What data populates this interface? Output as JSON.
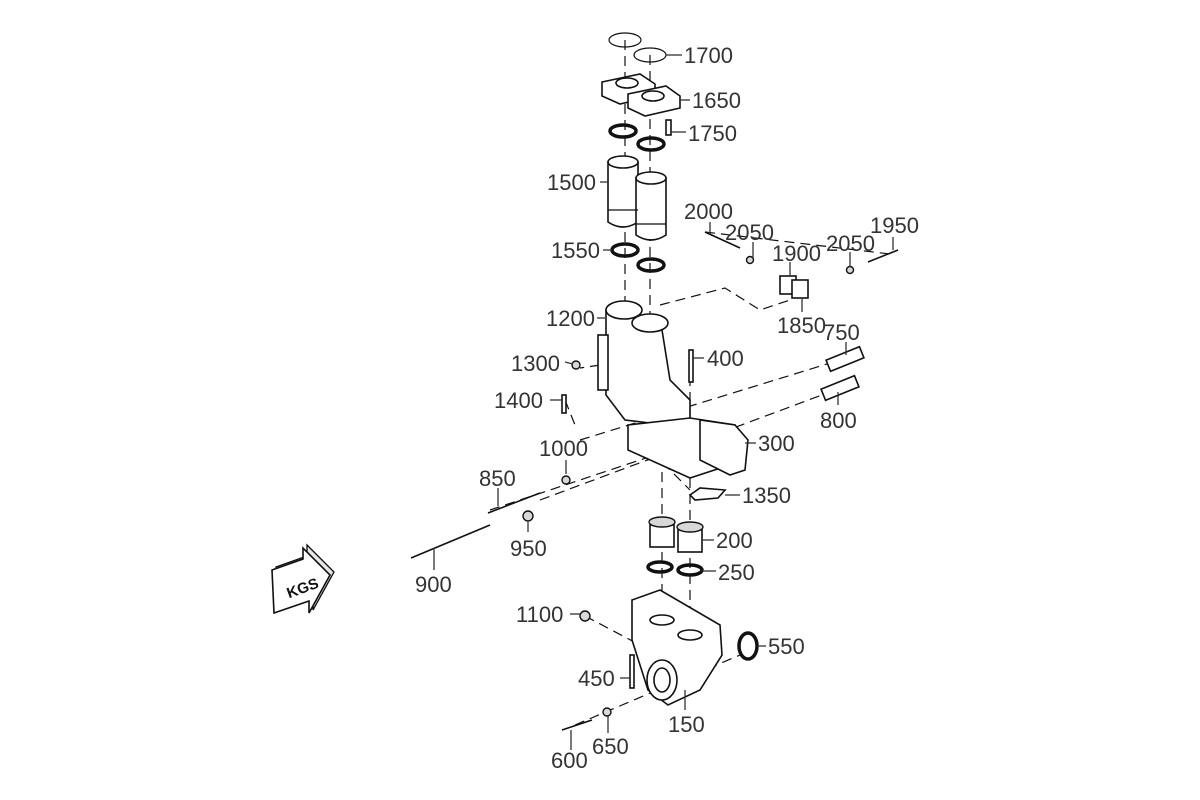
{
  "diagram": {
    "title": "Exploded parts view – valve/manifold assembly",
    "direction_marker": "KGS",
    "colors": {
      "line": "#111111",
      "label": "#333333",
      "background": "#ffffff"
    },
    "part_labels": [
      {
        "id": "1700",
        "text": "1700"
      },
      {
        "id": "1650",
        "text": "1650"
      },
      {
        "id": "1750",
        "text": "1750"
      },
      {
        "id": "1500",
        "text": "1500"
      },
      {
        "id": "2000",
        "text": "2000"
      },
      {
        "id": "2050a",
        "text": "2050"
      },
      {
        "id": "1950",
        "text": "1950"
      },
      {
        "id": "2050b",
        "text": "2050"
      },
      {
        "id": "1900",
        "text": "1900"
      },
      {
        "id": "1550",
        "text": "1550"
      },
      {
        "id": "1850",
        "text": "1850"
      },
      {
        "id": "1200",
        "text": "1200"
      },
      {
        "id": "750",
        "text": "750"
      },
      {
        "id": "1300",
        "text": "1300"
      },
      {
        "id": "400",
        "text": "400"
      },
      {
        "id": "1400",
        "text": "1400"
      },
      {
        "id": "800",
        "text": "800"
      },
      {
        "id": "1000",
        "text": "1000"
      },
      {
        "id": "300",
        "text": "300"
      },
      {
        "id": "850",
        "text": "850"
      },
      {
        "id": "1350",
        "text": "1350"
      },
      {
        "id": "950",
        "text": "950"
      },
      {
        "id": "200",
        "text": "200"
      },
      {
        "id": "900",
        "text": "900"
      },
      {
        "id": "250",
        "text": "250"
      },
      {
        "id": "1100",
        "text": "1100"
      },
      {
        "id": "550",
        "text": "550"
      },
      {
        "id": "450",
        "text": "450"
      },
      {
        "id": "150",
        "text": "150"
      },
      {
        "id": "650",
        "text": "650"
      },
      {
        "id": "600",
        "text": "600"
      }
    ]
  }
}
